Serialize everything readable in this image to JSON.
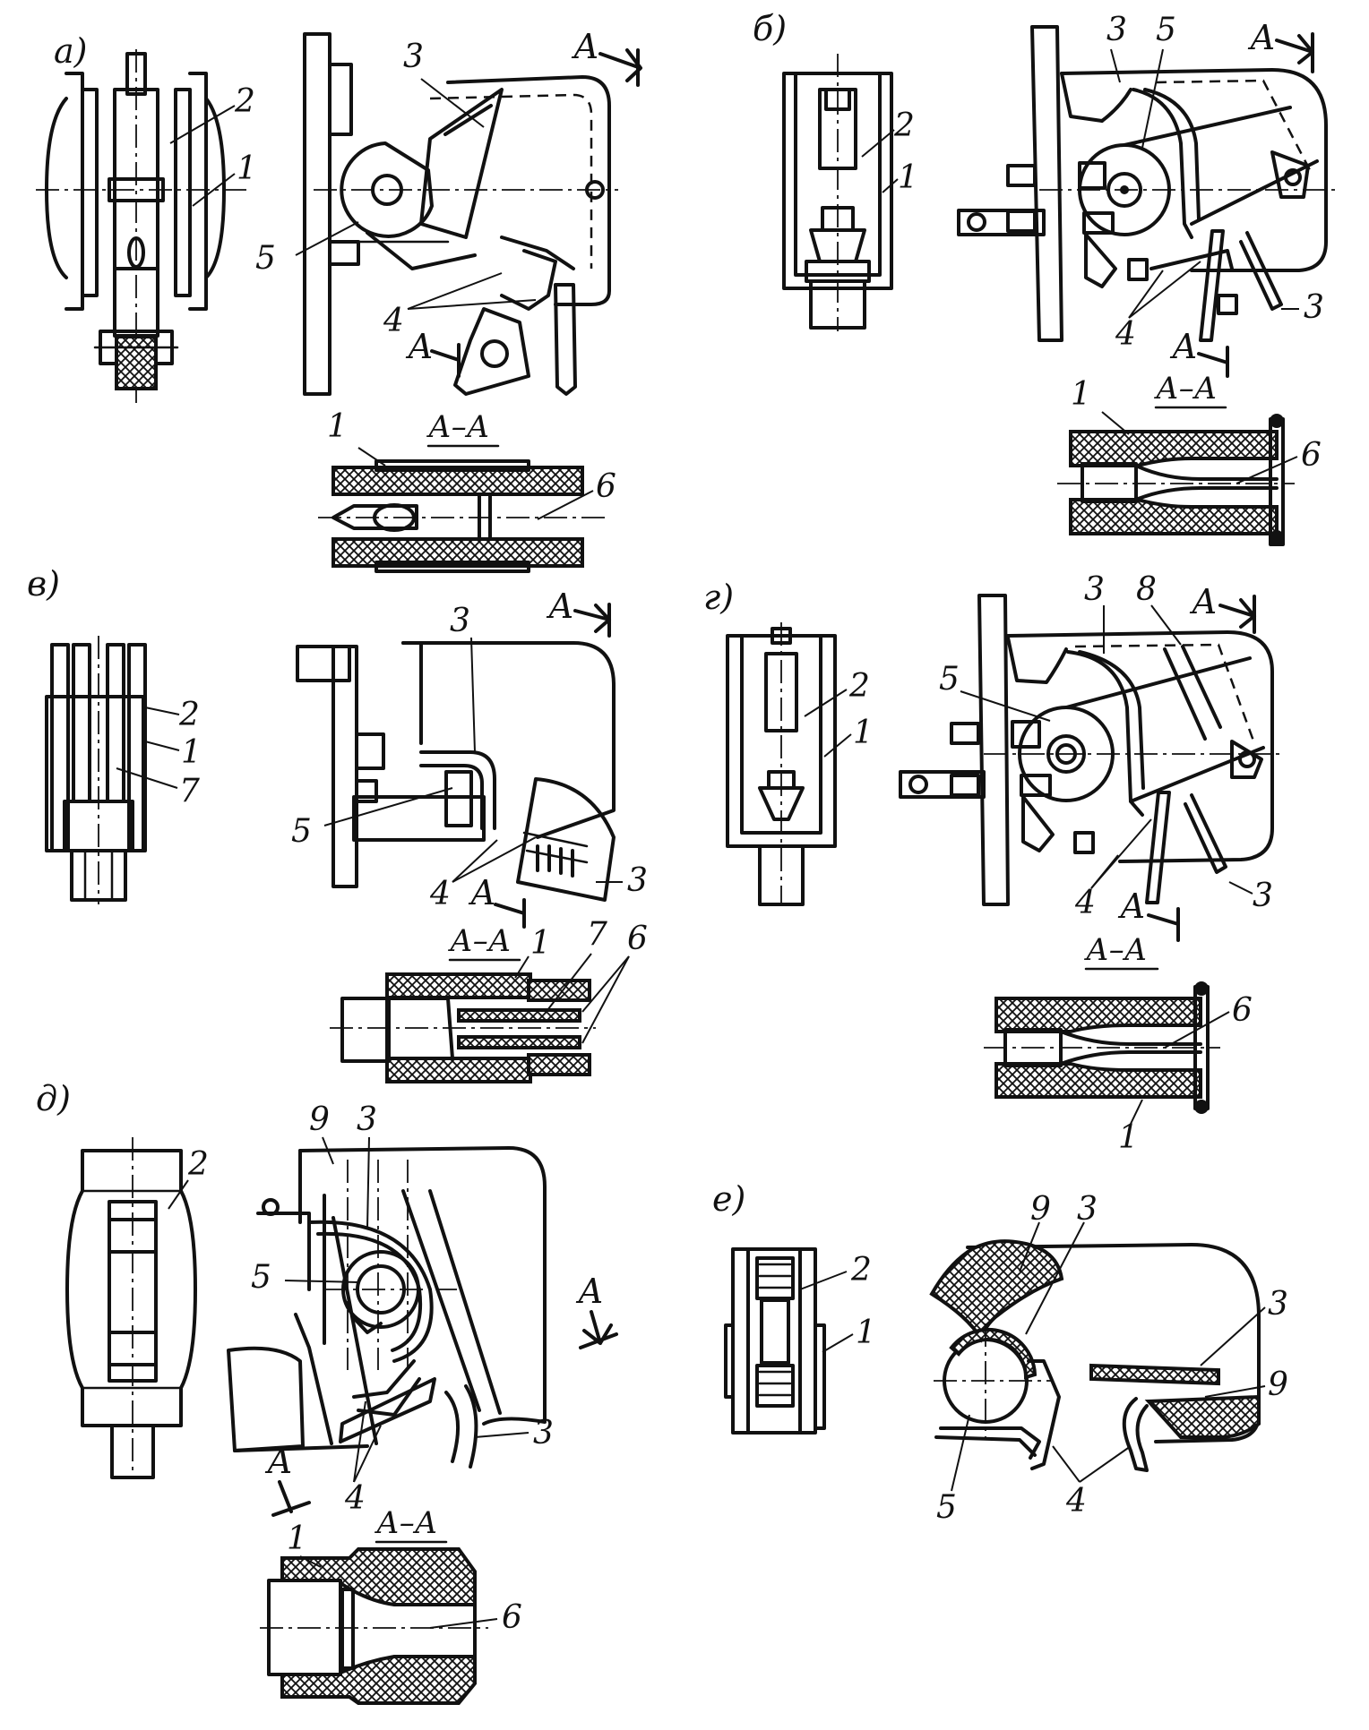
{
  "panels": [
    {
      "id": "a",
      "label": "а)",
      "section_label": "А–А",
      "cut_marks": [
        "А",
        "А"
      ],
      "callouts": [
        "1",
        "2",
        "3",
        "4",
        "5",
        "1",
        "6"
      ]
    },
    {
      "id": "b",
      "label": "б)",
      "section_label": "А–А",
      "cut_marks": [
        "А",
        "А"
      ],
      "callouts": [
        "1",
        "2",
        "3",
        "5",
        "4",
        "3",
        "1",
        "6"
      ]
    },
    {
      "id": "v",
      "label": "в)",
      "section_label": "А–А",
      "cut_marks": [
        "А",
        "А"
      ],
      "callouts": [
        "2",
        "1",
        "7",
        "3",
        "5",
        "4",
        "3",
        "1",
        "7",
        "6"
      ]
    },
    {
      "id": "g",
      "label": "г)",
      "section_label": "А–А",
      "cut_marks": [
        "А",
        "А"
      ],
      "callouts": [
        "2",
        "1",
        "3",
        "8",
        "5",
        "4",
        "3",
        "6",
        "1"
      ]
    },
    {
      "id": "d",
      "label": "д)",
      "section_label": "А–А",
      "cut_marks": [
        "А",
        "А"
      ],
      "callouts": [
        "2",
        "9",
        "3",
        "5",
        "3",
        "4",
        "1",
        "6"
      ]
    },
    {
      "id": "e",
      "label": "е)",
      "callouts": [
        "2",
        "1",
        "9",
        "3",
        "3",
        "9",
        "5",
        "4"
      ]
    }
  ]
}
